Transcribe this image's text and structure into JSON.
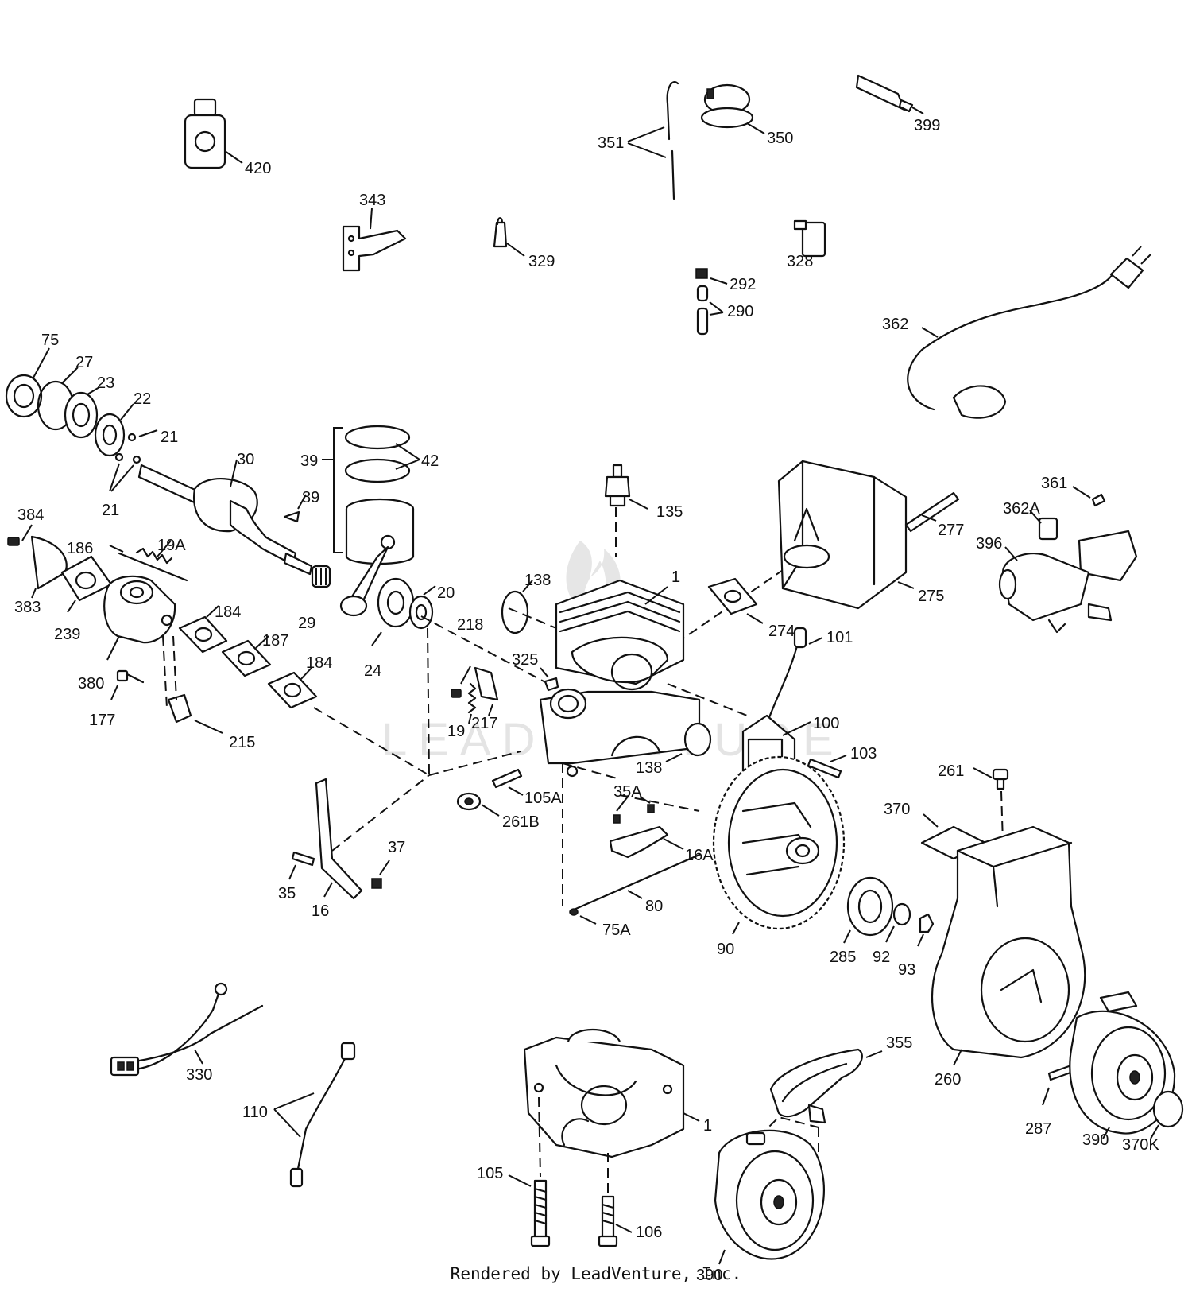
{
  "footer": "Rendered by LeadVenture, Inc.",
  "watermark": "LEADVENTURE",
  "callouts": [
    "420",
    "343",
    "329",
    "351",
    "350",
    "399",
    "328",
    "292",
    "290",
    "362",
    "75",
    "27",
    "23",
    "22",
    "21",
    "21",
    "30",
    "39",
    "42",
    "89",
    "384",
    "186",
    "19A",
    "383",
    "239",
    "380",
    "177",
    "215",
    "184",
    "187",
    "184",
    "29",
    "24",
    "20",
    "138",
    "218",
    "325",
    "19",
    "217",
    "135",
    "1",
    "138",
    "274",
    "275",
    "277",
    "361",
    "362A",
    "396",
    "101",
    "100",
    "103",
    "105A",
    "261B",
    "35A",
    "16A",
    "80",
    "75A",
    "37",
    "35",
    "16",
    "90",
    "285",
    "92",
    "93",
    "261",
    "370",
    "260",
    "287",
    "390",
    "370K",
    "330",
    "110",
    "355",
    "1",
    "105",
    "106",
    "390"
  ]
}
